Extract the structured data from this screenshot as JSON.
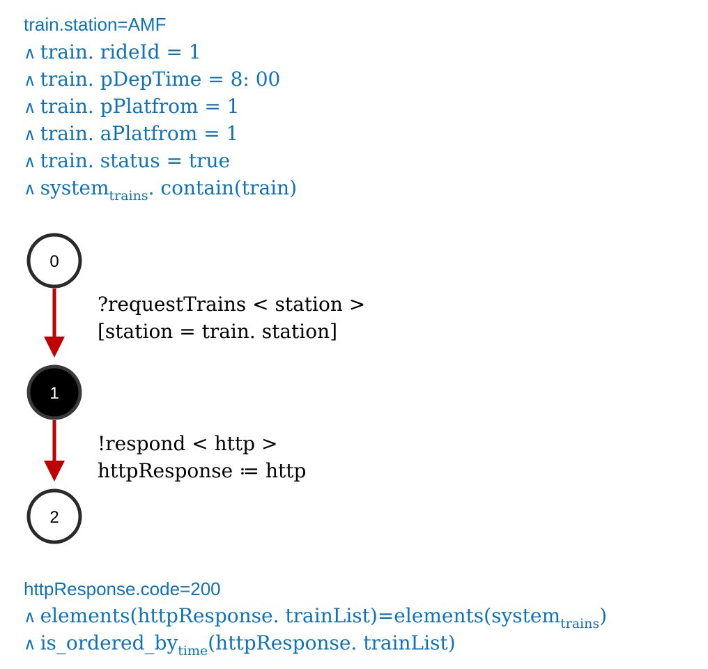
{
  "precondition": {
    "first": "train.station=AMF",
    "conj_symbol": "∧",
    "lines": [
      "train. rideId = 1",
      "train. pDepTime = 8: 00",
      "train. pPlatfrom = 1",
      "train. aPlatfrom = 1",
      "train. status = true"
    ],
    "last": {
      "base": "system",
      "sub": "trains",
      "rest": ". contain(train)"
    }
  },
  "states": [
    {
      "id": "0",
      "filled": false
    },
    {
      "id": "1",
      "filled": true
    },
    {
      "id": "2",
      "filled": false
    }
  ],
  "transitions": [
    {
      "line1": "?requestTrains < station >",
      "line2": "[station = train. station]"
    },
    {
      "line1": "!respond < http >",
      "line2": "httpResponse ≔ http"
    }
  ],
  "postcondition": {
    "first": "httpResponse.code=200",
    "line2": {
      "pre": "elements(httpResponse. trainList)=elements(system",
      "sub": "trains",
      "post": ")"
    },
    "line3": {
      "pre": "is_ordered_by",
      "sub": "time",
      "post": "(httpResponse. trainList)"
    }
  },
  "colors": {
    "condition_text": "#0f72b8",
    "arrow": "#c00000",
    "node_border": "#2a2a2a",
    "filled_node": "#000000"
  }
}
